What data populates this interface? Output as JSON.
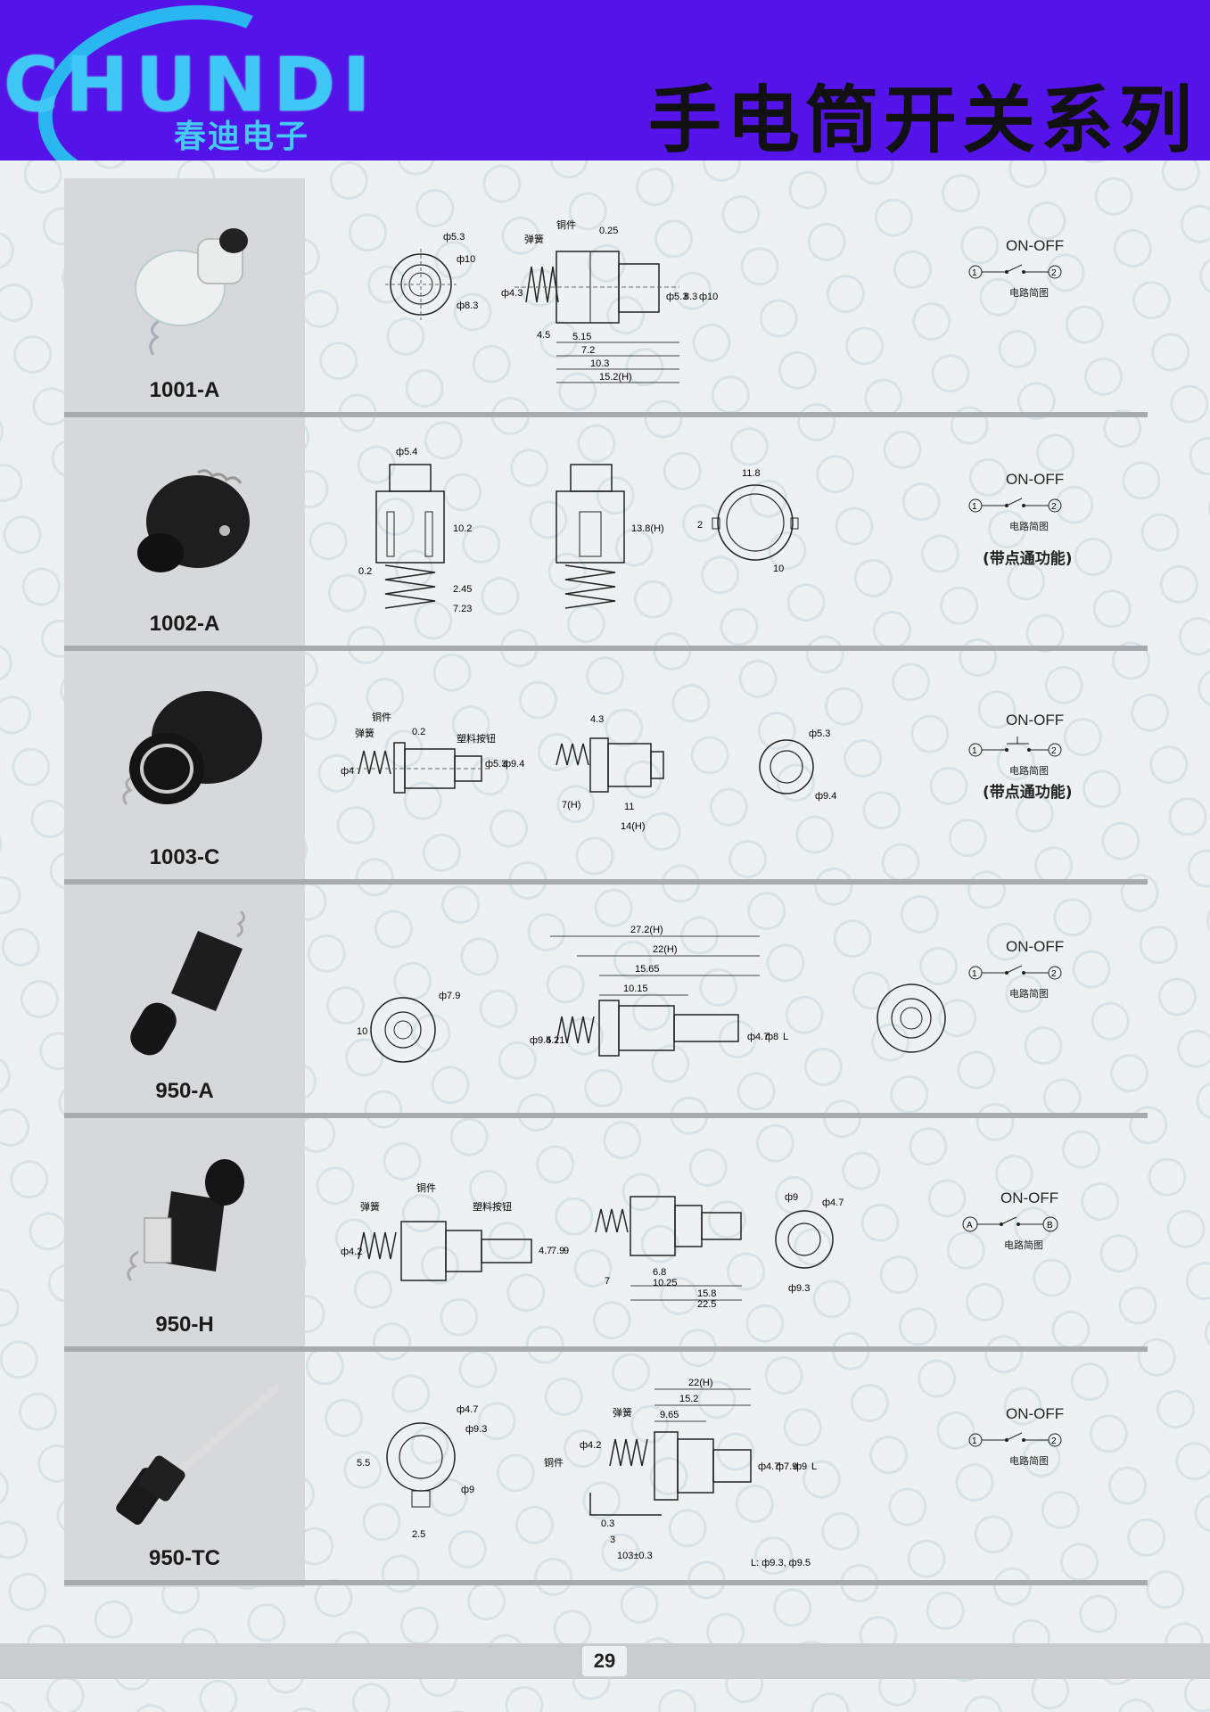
{
  "header": {
    "brand": "CHUNDI",
    "brand_cn": "春迪电子",
    "title": "手电筒开关系列"
  },
  "colors": {
    "header_bg": "#5413e8",
    "logo": "#2ab7f0"
  },
  "products": [
    {
      "model": "1001-A",
      "labels": [
        "ф5.3",
        "ф10",
        "ф8.3",
        "铜件",
        "弹簧",
        "0.25",
        "ф4.3",
        "ф5.3",
        "8.3",
        "ф10",
        "4.5",
        "5.15",
        "7.2",
        "10.3",
        "15.2(H)"
      ],
      "circuit_title": "ON-OFF",
      "circuit_caption": "电路简图",
      "circuit_terminals": [
        "1",
        "2"
      ]
    },
    {
      "model": "1002-A",
      "labels": [
        "ф5.4",
        "10.2",
        "0.2",
        "2.45",
        "7.23",
        "13.8(H)",
        "11.8",
        "2",
        "10"
      ],
      "circuit_title": "ON-OFF",
      "circuit_caption": "电路简图",
      "circuit_terminals": [
        "1",
        "2"
      ],
      "note": "(带点通功能)"
    },
    {
      "model": "1003-C",
      "labels": [
        "铜件",
        "弹簧",
        "0.2",
        "塑料按钮",
        "ф4",
        "ф5.3",
        "ф9.4",
        "4.3",
        "7(H)",
        "11",
        "14(H)",
        "ф5.3",
        "ф9.4"
      ],
      "circuit_title": "ON-OFF",
      "circuit_caption": "电路简图",
      "circuit_terminals": [
        "1",
        "2"
      ],
      "note": "(带点通功能)"
    },
    {
      "model": "950-A",
      "labels": [
        "ф7.9",
        "10",
        "27.2(H)",
        "22(H)",
        "15.65",
        "10.15",
        "ф9.5",
        "4.21",
        "ф4.7",
        "ф8",
        "L"
      ],
      "circuit_title": "ON-OFF",
      "circuit_caption": "电路简图",
      "circuit_terminals": [
        "1",
        "2"
      ]
    },
    {
      "model": "950-H",
      "labels": [
        "铜件",
        "弹簧",
        "塑料按钮",
        "ф4.2",
        "4.7",
        "7.9",
        "9",
        "7",
        "6.8",
        "10.25",
        "15.8",
        "22.5",
        "ф9",
        "ф4.7",
        "ф9.3"
      ],
      "circuit_title": "ON-OFF",
      "circuit_caption": "电路简图",
      "circuit_terminals": [
        "A",
        "B"
      ]
    },
    {
      "model": "950-TC",
      "labels": [
        "ф4.7",
        "ф9.3",
        "5.5",
        "ф9",
        "2.5",
        "弹簧",
        "铜件",
        "22(H)",
        "15.2",
        "9.65",
        "ф4.2",
        "ф4.7",
        "ф7.9",
        "ф9",
        "L",
        "0.3",
        "3",
        "103±0.3",
        "L: ф9.3, ф9.5"
      ],
      "circuit_title": "ON-OFF",
      "circuit_caption": "电路简图",
      "circuit_terminals": [
        "1",
        "2"
      ]
    }
  ],
  "footer": {
    "page_number": "29"
  }
}
